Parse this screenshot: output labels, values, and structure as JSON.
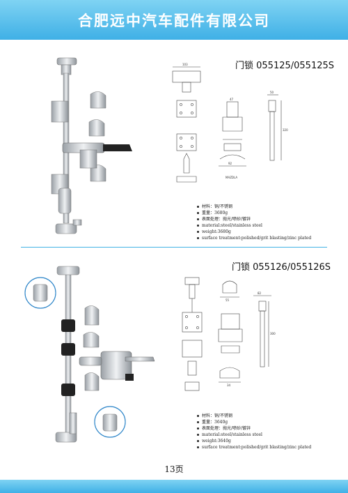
{
  "header": {
    "company": "合肥远中汽车配件有限公司"
  },
  "products": [
    {
      "title": "门锁 055125/055125S",
      "specs": [
        "材料：铜/不锈钢",
        "重量：3680g",
        "表面处理：抛光/喷砂/镀锌",
        "material:steel/stainless steel",
        "weight:3680g",
        "surface treatment:polished/grit blasting/zinc plated"
      ],
      "drawing_label": "MAZDLA"
    },
    {
      "title": "门锁 055126/055126S",
      "specs": [
        "材料：铜/不锈钢",
        "重量：3640g",
        "表面处理：抛光/喷砂/镀锌",
        "material:steel/stainless steel",
        "weight:3640g",
        "surface treatment:polished/grit blasting/zinc plated"
      ]
    }
  ],
  "footer": {
    "page": "13页"
  },
  "colors": {
    "header_blue": "#43b3e4",
    "metal": "#c9ccd0",
    "rubber": "#222222"
  }
}
